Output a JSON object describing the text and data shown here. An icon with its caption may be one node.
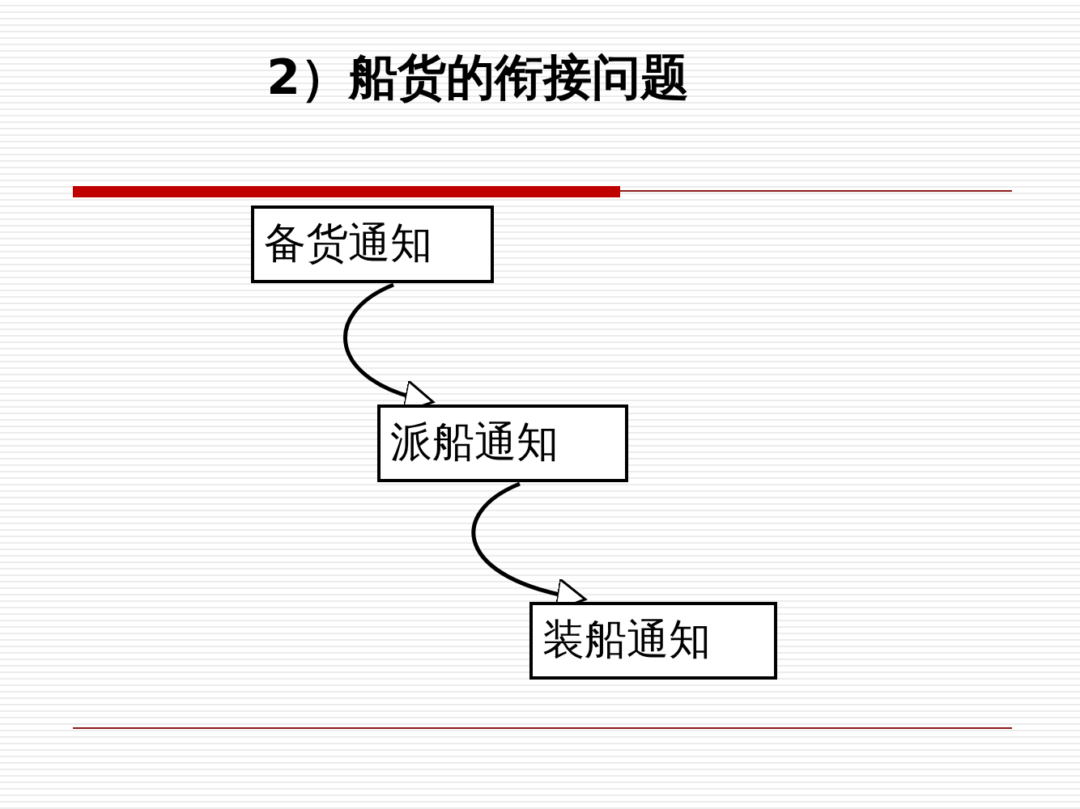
{
  "diagram": {
    "title": "2）船货的衔接问题",
    "nodes": [
      {
        "text": [
          "备货通知"
        ]
      },
      {
        "text": [
          "派船通知"
        ]
      },
      {
        "text": [
          "装船通知"
        ]
      }
    ],
    "edges": [
      {
        "from": 0,
        "to": 1,
        "arrow": "to"
      },
      {
        "from": 1,
        "to": 2,
        "arrow": "to"
      }
    ]
  }
}
